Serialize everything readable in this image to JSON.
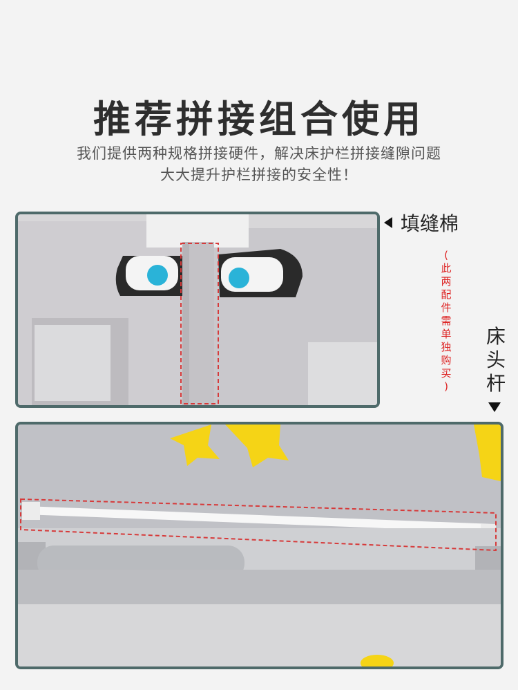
{
  "title": "推荐拼接组合使用",
  "subtitle_line1": "我们提供两种规格拼接硬件，解决床护栏拼接缝隙问题",
  "subtitle_line2": "大大提升护栏拼接的安全性！",
  "label_filler": "填缝棉",
  "red_note": [
    "(",
    "此",
    "两",
    "配",
    "件",
    "需",
    "单",
    "独",
    "购",
    "买",
    ")"
  ],
  "vertical_label": [
    "床",
    "头",
    "杆"
  ],
  "colors": {
    "panel_border": "#4e6a6a",
    "accent_blue": "#2ab3d8",
    "highlight_red": "#d63a3a",
    "star_yellow": "#f5d416"
  }
}
